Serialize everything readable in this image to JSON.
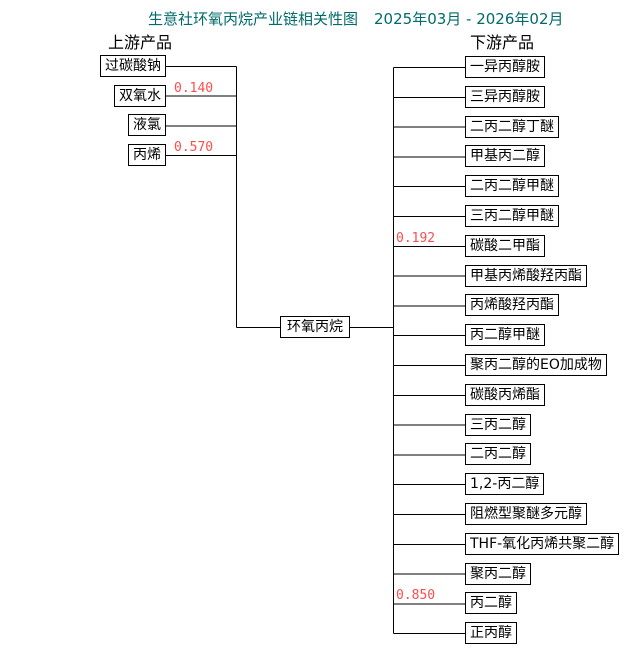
{
  "title": {
    "main": "生意社环氧丙烷产业链相关性图",
    "range": "2025年03月 - 2026年02月"
  },
  "headers": {
    "upstream": "上游产品",
    "downstream": "下游产品"
  },
  "center": {
    "label": "环氧丙烷"
  },
  "upstream_items": [
    {
      "label": "过碳酸钠",
      "value": ""
    },
    {
      "label": "双氧水",
      "value": "0.140"
    },
    {
      "label": "液氯",
      "value": ""
    },
    {
      "label": "丙烯",
      "value": "0.570"
    }
  ],
  "downstream_items": [
    {
      "label": "一异丙醇胺",
      "value": ""
    },
    {
      "label": "三异丙醇胺",
      "value": ""
    },
    {
      "label": "二丙二醇丁醚",
      "value": ""
    },
    {
      "label": "甲基丙二醇",
      "value": ""
    },
    {
      "label": "二丙二醇甲醚",
      "value": ""
    },
    {
      "label": "三丙二醇甲醚",
      "value": ""
    },
    {
      "label": "碳酸二甲酯",
      "value": "0.192"
    },
    {
      "label": "甲基丙烯酸羟丙酯",
      "value": ""
    },
    {
      "label": "丙烯酸羟丙酯",
      "value": ""
    },
    {
      "label": "丙二醇甲醚",
      "value": ""
    },
    {
      "label": "聚丙二醇的EO加成物",
      "value": ""
    },
    {
      "label": "碳酸丙烯酯",
      "value": ""
    },
    {
      "label": "三丙二醇",
      "value": ""
    },
    {
      "label": "二丙二醇",
      "value": ""
    },
    {
      "label": "1,2-丙二醇",
      "value": ""
    },
    {
      "label": "阻燃型聚醚多元醇",
      "value": ""
    },
    {
      "label": "THF-氧化丙烯共聚二醇",
      "value": ""
    },
    {
      "label": "聚丙二醇",
      "value": ""
    },
    {
      "label": "丙二醇",
      "value": "0.850"
    },
    {
      "label": "正丙醇",
      "value": ""
    }
  ],
  "colors": {
    "title": "#006b6b",
    "value": "#ff4d4d",
    "line": "#000000",
    "box_border": "#000000",
    "background": "#ffffff"
  }
}
